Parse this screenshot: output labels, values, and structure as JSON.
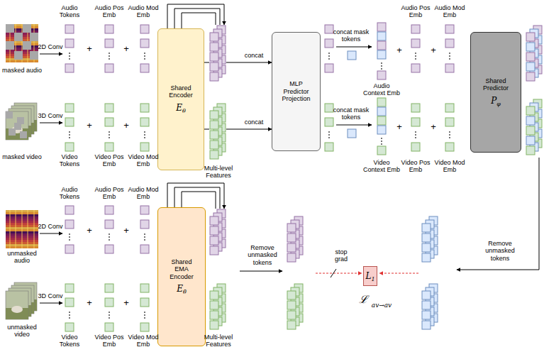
{
  "diagram": {
    "nodes": [
      {
        "text": [
          "Shared Encoder",
          "E",
          "θ"
        ]
      },
      {
        "text": [
          "MLP Predictor Projection"
        ]
      },
      {
        "text": [
          "Shared Predictor",
          "P",
          "φ"
        ]
      },
      {
        "text": [
          "Shared EMA Encoder",
          "E",
          "θ̄"
        ]
      },
      {
        "text": [
          "L",
          "1"
        ]
      }
    ],
    "edges": [
      {
        "from": 0,
        "to": 1,
        "arrow": "to",
        "label": "concat"
      },
      {
        "from": 0,
        "to": 1,
        "arrow": "to",
        "label": "concat"
      }
    ],
    "labels": [
      "Audio Tokens",
      "+",
      "Audio Pos Emb",
      "+",
      "Audio Mod Emb",
      "2D Conv",
      "masked audio",
      "3D Conv",
      "masked video",
      "Video Tokens",
      "+",
      "Video Pos Emb",
      "+",
      "Video Mod Emb",
      "Multi-level Features",
      "concat mask tokens",
      "Audio Context Emb",
      "+",
      "Audio Pos Emb",
      "+",
      "Audio Mod Emb",
      "concat mask tokens",
      "Video Context Emb",
      "+",
      "Video Pos Emb",
      "+",
      "Video Mod Emb",
      "Audio Tokens",
      "+",
      "Audio Pos Emb",
      "+",
      "Audio Mod Emb",
      "2D Conv",
      "unmasked audio",
      "3D Conv",
      "unmasked video",
      "Video Tokens",
      "+",
      "Video Pos Emb",
      "+",
      "Video Mod Emb",
      "Multi-level Features",
      "Remove unmasked tokens",
      "stop grad",
      "Remove unmasked tokens",
      "ℒ",
      "av→av"
    ]
  }
}
